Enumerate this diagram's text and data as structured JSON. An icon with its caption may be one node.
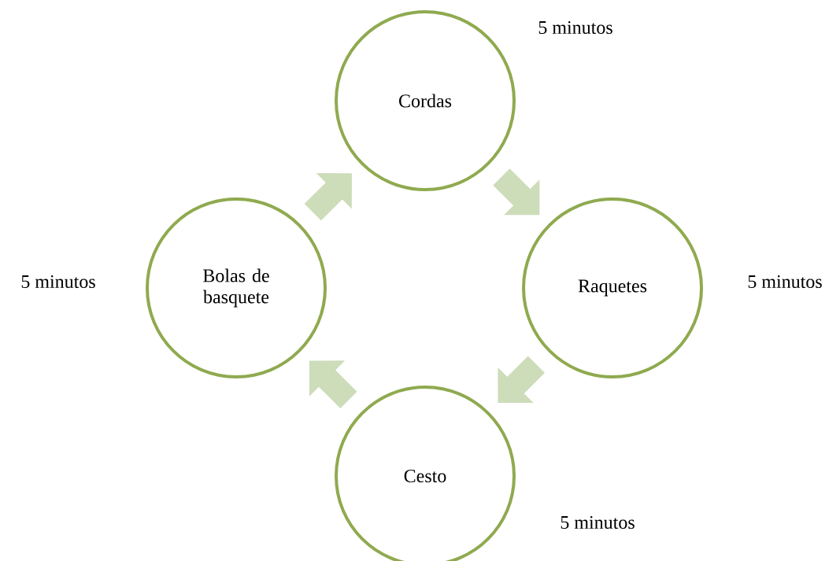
{
  "diagram": {
    "nodes": [
      {
        "text": [
          "Cordas"
        ],
        "beside": [
          "5 minutos"
        ]
      },
      {
        "text": [
          "Raquetes"
        ],
        "beside": [
          "5 minutos"
        ]
      },
      {
        "text": [
          "Cesto"
        ],
        "beside": [
          "5 minutos"
        ]
      },
      {
        "text": [
          "Bolas de basquete"
        ],
        "beside": [
          "5 minutos"
        ]
      }
    ],
    "edges": [
      {
        "from": 0,
        "to": 1,
        "arrow": "to"
      },
      {
        "from": 1,
        "to": 2,
        "arrow": "to"
      },
      {
        "from": 2,
        "to": 3,
        "arrow": "to"
      },
      {
        "from": 3,
        "to": 0,
        "arrow": "to"
      }
    ]
  }
}
